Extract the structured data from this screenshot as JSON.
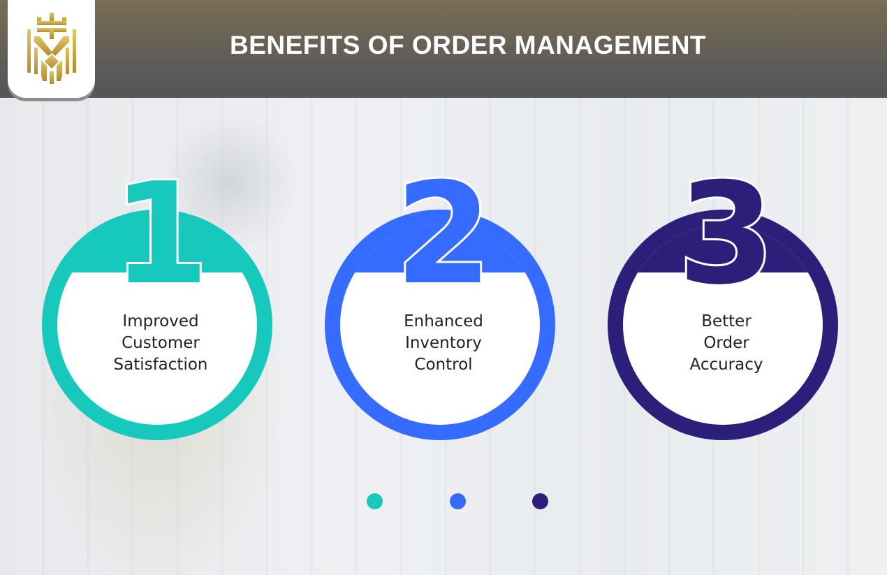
{
  "header": {
    "title": "BENEFITS OF ORDER MANAGEMENT",
    "logo": "crown-shield-logo-icon"
  },
  "colors": {
    "teal": "#17c8bc",
    "blue": "#356cff",
    "navy": "#2c1f7a",
    "gold": "#c9a445"
  },
  "benefits": [
    {
      "number": "1",
      "label": "Improved Customer Satisfaction",
      "lines": [
        "Improved",
        "Customer",
        "Satisfaction"
      ],
      "color": "#17c8bc"
    },
    {
      "number": "2",
      "label": "Enhanced Inventory Control",
      "lines": [
        "Enhanced",
        "Inventory",
        "Control"
      ],
      "color": "#356cff"
    },
    {
      "number": "3",
      "label": "Better Order Accuracy",
      "lines": [
        "Better",
        "Order",
        "Accuracy"
      ],
      "color": "#2c1f7a"
    }
  ],
  "pagination_dots": [
    "#17c8bc",
    "#356cff",
    "#2c1f7a"
  ]
}
